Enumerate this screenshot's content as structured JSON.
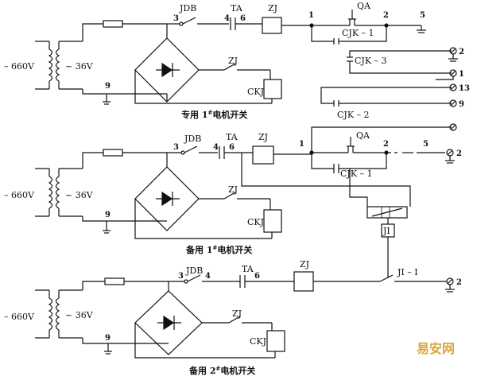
{
  "circuits": [
    {
      "caption": "专用 1",
      "caption_sup": "#",
      "caption_tail": "电机开关",
      "voltage_primary": "– 660V",
      "voltage_secondary": "~ 36V",
      "terminals": {
        "t3": "3",
        "t4": "4",
        "t6": "6",
        "t9": "9"
      },
      "labels": {
        "jdb": "JDB",
        "ta": "TA",
        "zj_coil": "ZJ",
        "zj_contact": "ZJ",
        "ckj": "CKJ"
      }
    },
    {
      "caption": "备用 1",
      "caption_sup": "#",
      "caption_tail": "电机开关",
      "voltage_primary": "– 660V",
      "voltage_secondary": "~ 36V",
      "terminals": {
        "t3": "3",
        "t4": "4",
        "t6": "6",
        "t9": "9"
      },
      "labels": {
        "jdb": "JDB",
        "ta": "TA",
        "zj_coil": "ZJ",
        "zj_contact": "ZJ",
        "ckj": "CKJ"
      }
    },
    {
      "caption": "备用 2",
      "caption_sup": "#",
      "caption_tail": "电机开关",
      "voltage_primary": "– 660V",
      "voltage_secondary": "~ 36V",
      "terminals": {
        "t3": "3",
        "t4": "4",
        "t6": "6",
        "t9": "9"
      },
      "labels": {
        "jdb": "JDB",
        "ta": "TA",
        "zj_coil": "ZJ",
        "zj_contact": "ZJ",
        "ckj": "CKJ"
      }
    }
  ],
  "right_network": {
    "qa_top": "QA",
    "cjk1_top": "CJK – 1",
    "n1_top": "1",
    "n2_top": "2",
    "n5_top": "5",
    "cjk3": "CJK – 3",
    "t2_a": "2",
    "t1": "1",
    "t13": "13",
    "t9": "9",
    "cjk2": "CJK – 2",
    "qa_mid": "QA",
    "cjk1_mid": "CJK – 1",
    "n1_mid": "1",
    "n2_mid": "2",
    "n5_mid": "5",
    "t2_b": "2",
    "ji": "JI",
    "ji1": "JI – I",
    "t2_c": "2"
  },
  "watermark": "易安网"
}
